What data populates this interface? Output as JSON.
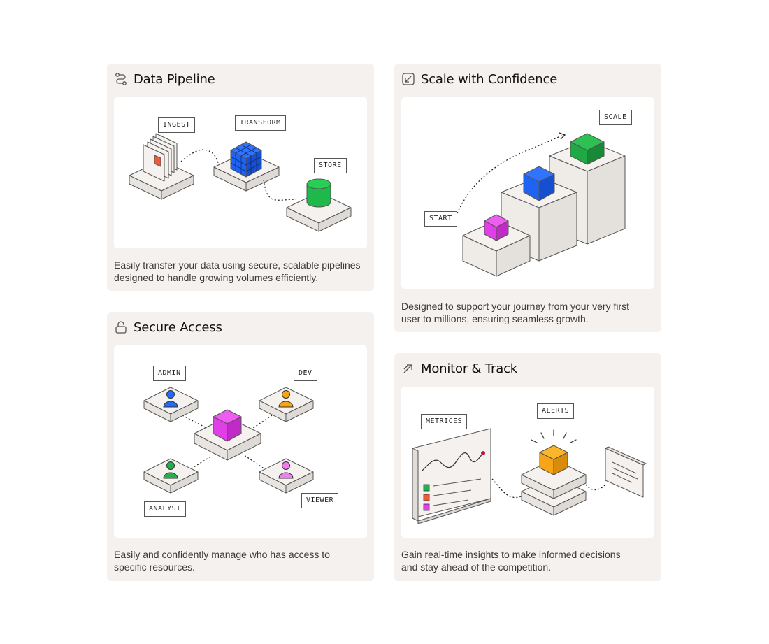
{
  "cards": {
    "pipeline": {
      "title": "Data Pipeline",
      "icon": "route-icon",
      "description_line1": "Easily transfer your data using secure, scalable pipelines",
      "description_line2": "designed to handle growing volumes efficiently.",
      "tags": {
        "ingest": "INGEST",
        "transform": "TRANSFORM",
        "store": "STORE"
      }
    },
    "scale": {
      "title": "Scale with Confidence",
      "icon": "expand-arrow-icon",
      "description_line1": "Designed to support your journey from your very first",
      "description_line2": "user to millions, ensuring seamless growth.",
      "tags": {
        "start": "START",
        "scale": "SCALE"
      }
    },
    "access": {
      "title": "Secure Access",
      "icon": "lock-icon",
      "description_line1": "Easily and confidently manage who has access to",
      "description_line2": "specific resources.",
      "tags": {
        "admin": "ADMIN",
        "dev": "DEV",
        "analyst": "ANALYST",
        "viewer": "VIEWER"
      }
    },
    "monitor": {
      "title": "Monitor & Track",
      "icon": "trend-arrow-icon",
      "description_line1": "Gain real-time insights to make informed decisions",
      "description_line2": "and stay ahead of the competition.",
      "tags": {
        "metrices": "METRICES",
        "alerts": "ALERTS"
      }
    }
  },
  "colors": {
    "card_bg": "#f4f1ee",
    "blue": "#1f63f5",
    "green": "#22c04a",
    "magenta": "#e03ee6",
    "orange": "#f5a515",
    "red": "#ee5a3a"
  }
}
